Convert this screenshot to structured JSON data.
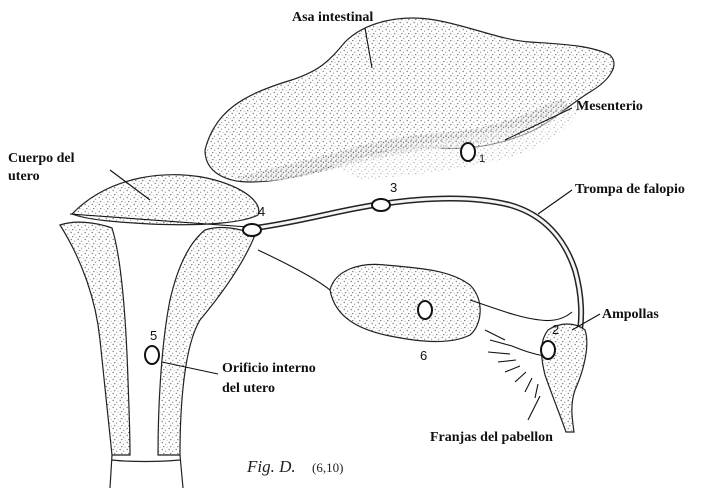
{
  "labels": {
    "asa_intestinal": "Asa intestinal",
    "mesenterio": "Mesenterio",
    "cuerpo_del_utero_line1": "Cuerpo del",
    "cuerpo_del_utero_line2": "utero",
    "trompa_de_falopio": "Trompa de falopio",
    "ampollas": "Ampollas",
    "orificio_interno_line1": "Orificio interno",
    "orificio_interno_line2": "del utero",
    "franjas_del_pabellon": "Franjas del pabellon"
  },
  "markers": {
    "m1": "1",
    "m2": "2",
    "m3": "3",
    "m4": "4",
    "m5": "5",
    "m6": "6"
  },
  "caption": {
    "figure": "Fig. D.",
    "pages": "(6,10)"
  },
  "colors": {
    "stipple": "#8a8a8a",
    "outline": "#222222",
    "background": "#ffffff"
  }
}
